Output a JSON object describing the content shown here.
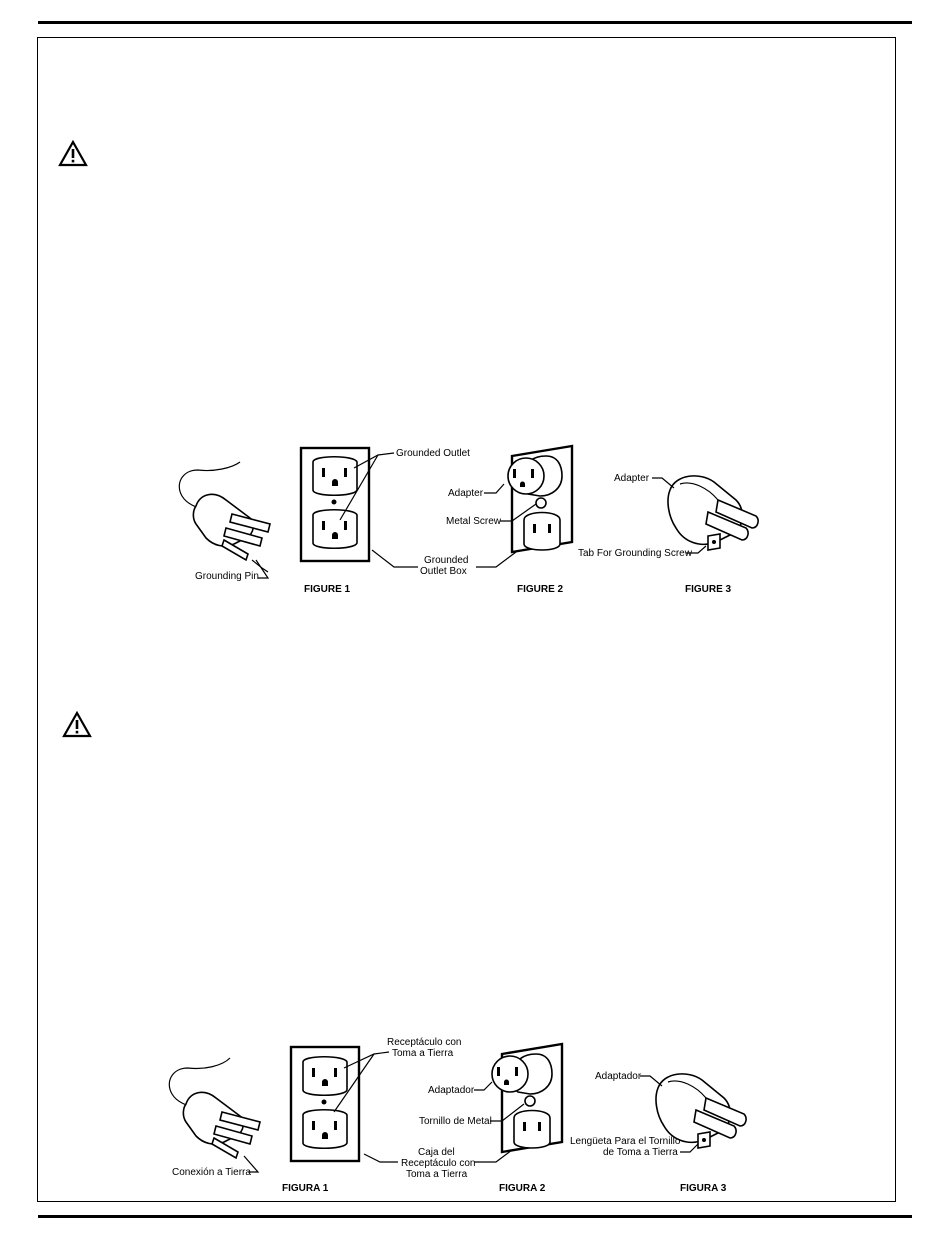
{
  "icons": {
    "warning_top": "warning-triangle-icon",
    "warning_bottom": "warning-triangle-icon"
  },
  "figures_en": {
    "grounding_pin": "Grounding Pin",
    "grounded_outlet": "Grounded Outlet",
    "grounded_outlet_box_line1": "Grounded",
    "grounded_outlet_box_line2": "Outlet Box",
    "adapter": "Adapter",
    "metal_screw": "Metal Screw",
    "adapter_fig3": "Adapter",
    "tab_for_grounding_screw": "Tab For Grounding Screw",
    "figure1": "FIGURE 1",
    "figure2": "FIGURE 2",
    "figure3": "FIGURE 3"
  },
  "figures_es": {
    "conexion_a_tierra": "Conexión a Tierra",
    "receptaculo_line1": "Receptáculo con",
    "receptaculo_line2": "Toma a Tierra",
    "caja_line1": "Caja del",
    "caja_line2": "Receptáculo con",
    "caja_line3": "Toma a Tierra",
    "adaptador": "Adaptador",
    "tornillo_de_metal": "Tornillo de Metal",
    "adaptador_fig3": "Adaptador",
    "lengueta_line1": "Lengüeta Para el Tornillo",
    "lengueta_line2": "de Toma a Tierra",
    "figura1": "FIGURA 1",
    "figura2": "FIGURA 2",
    "figura3": "FIGURA 3"
  }
}
